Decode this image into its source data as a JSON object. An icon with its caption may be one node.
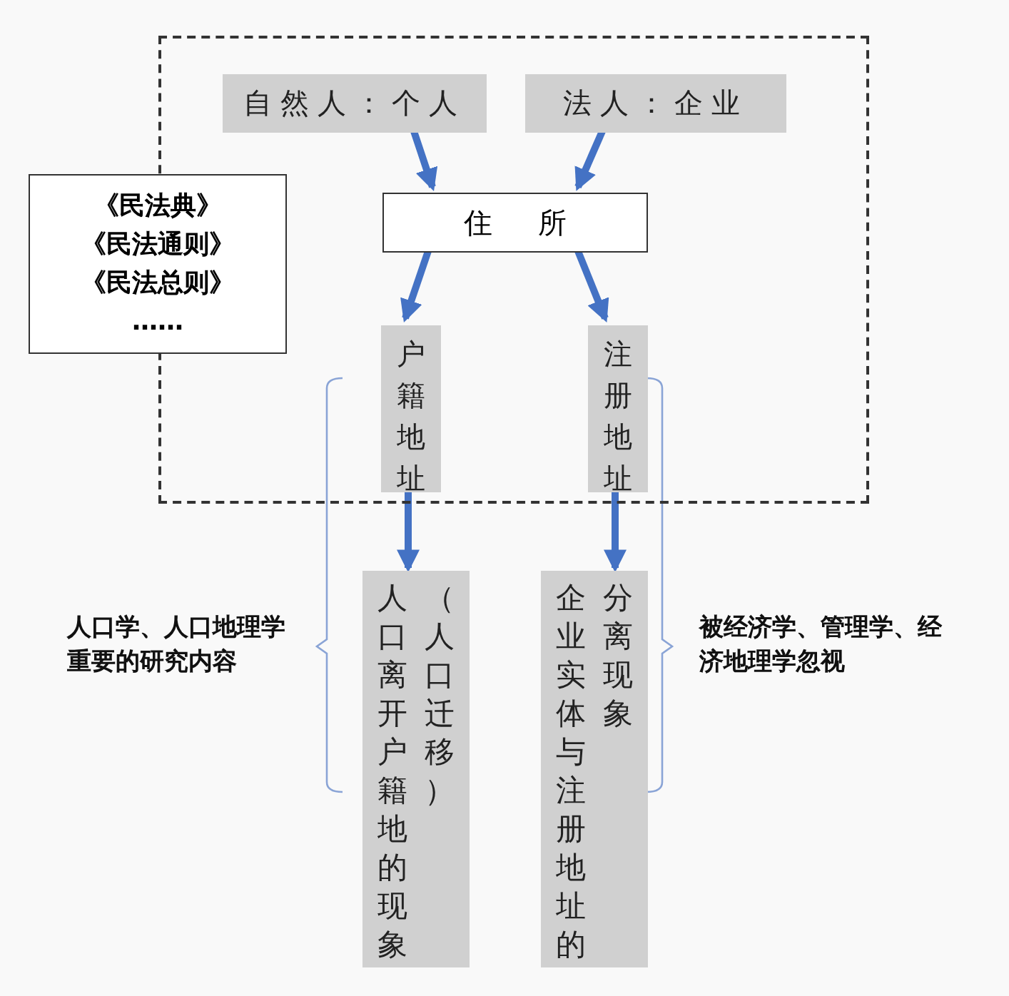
{
  "diagram": {
    "nodes": [
      {
        "text": [],
        "shape": "box"
      },
      {
        "text": [
          "自然人：个人"
        ],
        "in": 0
      },
      {
        "text": [
          "法人：企业"
        ],
        "in": 0
      },
      {
        "text": [
          "住 所"
        ],
        "in": 0
      },
      {
        "text": [
          "户籍地址"
        ],
        "in": 0
      },
      {
        "text": [
          "注册地址"
        ],
        "in": 0
      },
      {
        "text": [
          "人口离开户籍地的现象（人口迁移）"
        ]
      },
      {
        "text": [
          "企业实体与注册地址的分离现象"
        ]
      },
      {
        "text": [
          "《民法典》",
          "《民法通则》",
          "《民法总则》",
          "……"
        ]
      }
    ],
    "edges": [
      {
        "from": 1,
        "to": 3,
        "arrow": "to"
      },
      {
        "from": 2,
        "to": 3,
        "arrow": "to"
      },
      {
        "from": 3,
        "to": 4,
        "arrow": "to"
      },
      {
        "from": 3,
        "to": 5,
        "arrow": "to"
      },
      {
        "from": 4,
        "to": 6,
        "arrow": "to"
      },
      {
        "from": 5,
        "to": 7,
        "arrow": "to"
      }
    ],
    "labels": [
      "人口学、人口地理学重要的研究内容",
      "被经济学、管理学、经济地理学忽视"
    ]
  }
}
